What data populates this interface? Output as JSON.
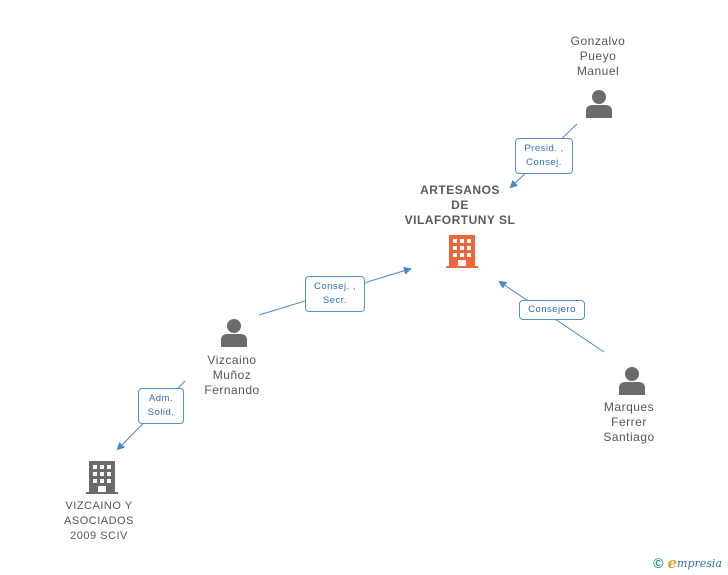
{
  "colors": {
    "edge": "#4a86d0",
    "person": "#6b6b6b",
    "company_main": "#f0663a",
    "company_other": "#6b6b6b"
  },
  "nodes": {
    "gonzalvo": {
      "label": "Gonzalvo\nPueyo\nManuel",
      "icon": "person-icon"
    },
    "artesanos": {
      "label": "ARTESANOS\nDE\nVILAFORTUNY SL",
      "icon": "building-icon"
    },
    "vizcaino_person": {
      "label": "Vizcaino\nMuñoz\nFernando",
      "icon": "person-icon"
    },
    "marques": {
      "label": "Marques\nFerrer\nSantiago",
      "icon": "person-icon"
    },
    "vizcaino_company": {
      "label": "VIZCAINO Y\nASOCIADOS\n2009 SCIV",
      "icon": "building-icon"
    }
  },
  "roles": {
    "presid_consej": "Presid. ,\nConsej.",
    "consej_secr": "Consej. ,\nSecr.",
    "consejero": "Consejero",
    "adm_solid": "Adm.\nSolid."
  },
  "brand": {
    "copyright": "©",
    "e": "e",
    "rest": "mpresia"
  }
}
